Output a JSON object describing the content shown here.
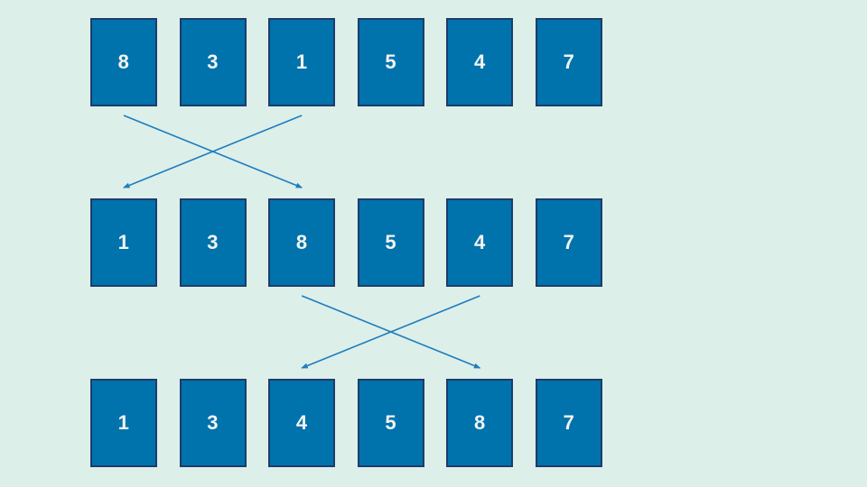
{
  "slide": {
    "background_color": "#ddefe9",
    "description": "Sorting swap steps diagram"
  },
  "box_style": {
    "fill_color": "#0072ac",
    "border_color": "#1e3c6b",
    "text_color": "#f1f5f2"
  },
  "arrow_style": {
    "color": "#1e7dbe"
  },
  "rows": [
    {
      "name": "step-1",
      "values": [
        "8",
        "3",
        "1",
        "5",
        "4",
        "7"
      ]
    },
    {
      "name": "step-2",
      "values": [
        "1",
        "3",
        "8",
        "5",
        "4",
        "7"
      ]
    },
    {
      "name": "step-3",
      "values": [
        "1",
        "3",
        "4",
        "5",
        "8",
        "7"
      ]
    }
  ],
  "swaps": [
    {
      "from_row": 0,
      "to_row": 1,
      "indices": [
        0,
        2
      ]
    },
    {
      "from_row": 1,
      "to_row": 2,
      "indices": [
        2,
        4
      ]
    }
  ]
}
